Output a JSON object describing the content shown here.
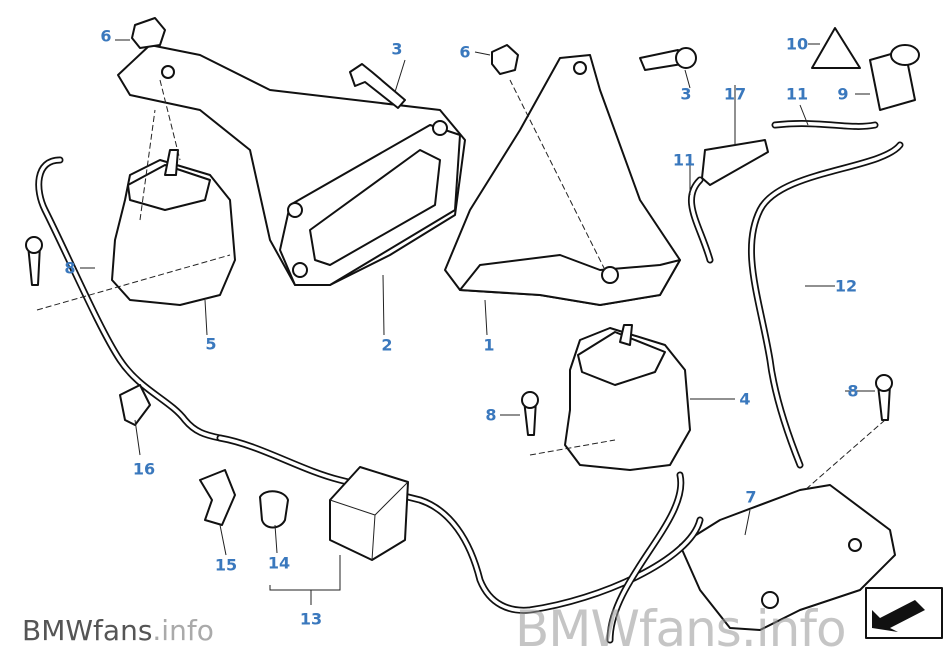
{
  "watermark_top": "BMWfans.info",
  "logo": {
    "brand": "BMWfans",
    "tld": ".info"
  },
  "labels": {
    "l6a": "6",
    "l3a": "3",
    "l6b": "6",
    "l3b": "3",
    "l17": "17",
    "l11a": "11",
    "l9": "9",
    "l10": "10",
    "l11b": "11",
    "l12": "12",
    "l8a": "8",
    "l5": "5",
    "l2": "2",
    "l1": "1",
    "l4": "4",
    "l8b": "8",
    "l8c": "8",
    "l16": "16",
    "l7": "7",
    "l15": "15",
    "l14": "14",
    "l13": "13"
  },
  "colors": {
    "label": "#3a78bd",
    "line": "#111111"
  }
}
